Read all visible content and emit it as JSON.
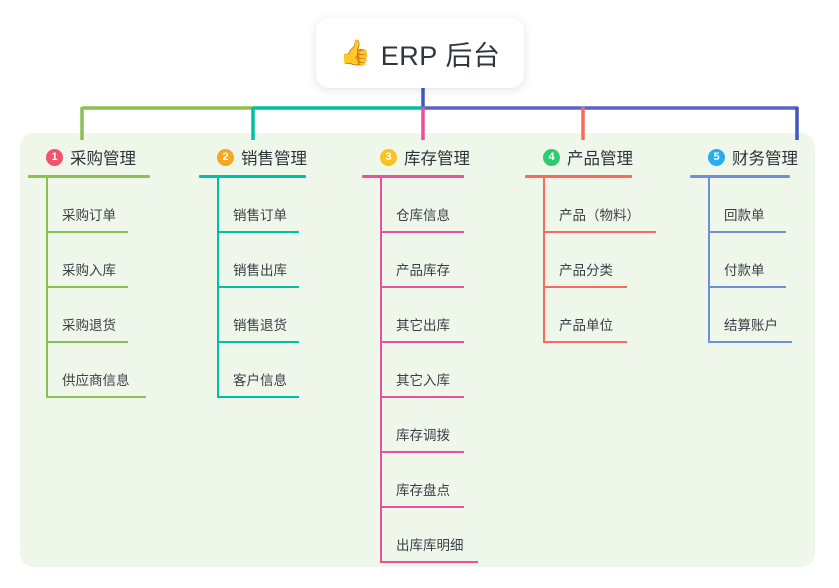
{
  "diagram": {
    "type": "mind-map",
    "title": "ERP 后台",
    "root": {
      "icon": "thumbs-up-icon",
      "emoji": "👍",
      "label": "ERP 后台"
    },
    "panel_color": "#eef7e9",
    "trunk_color": "#4355c2",
    "branches": [
      {
        "index": "1",
        "badge_number": "1",
        "badge_color": "#f4516c",
        "label": "采购管理",
        "branch_color": "#8cc152",
        "stub_color": "#8cc152",
        "items": [
          {
            "label": "采购订单",
            "rule_width": 82
          },
          {
            "label": "采购入库",
            "rule_width": 82
          },
          {
            "label": "采购退货",
            "rule_width": 82
          },
          {
            "label": "供应商信息",
            "rule_width": 100
          }
        ]
      },
      {
        "index": "2",
        "badge_number": "2",
        "badge_color": "#f5a623",
        "label": "销售管理",
        "branch_color": "#00bfa5",
        "stub_color": "#00bfa5",
        "items": [
          {
            "label": "销售订单",
            "rule_width": 82
          },
          {
            "label": "销售出库",
            "rule_width": 82
          },
          {
            "label": "销售退货",
            "rule_width": 82
          },
          {
            "label": "客户信息",
            "rule_width": 82
          }
        ]
      },
      {
        "index": "3",
        "badge_number": "3",
        "badge_color": "#f7c325",
        "label": "库存管理",
        "branch_color": "#ec4f9c",
        "stub_color": "#ec4f9c",
        "items": [
          {
            "label": "仓库信息",
            "rule_width": 84
          },
          {
            "label": "产品库存",
            "rule_width": 84
          },
          {
            "label": "其它出库",
            "rule_width": 84
          },
          {
            "label": "其它入库",
            "rule_width": 84
          },
          {
            "label": "库存调拨",
            "rule_width": 84
          },
          {
            "label": "库存盘点",
            "rule_width": 84
          },
          {
            "label": "出库库明细",
            "rule_width": 98
          }
        ]
      },
      {
        "index": "4",
        "badge_number": "4",
        "badge_color": "#2ecc71",
        "label": "产品管理",
        "branch_color": "#fa6a5a",
        "stub_color": "#fa6a5a",
        "items": [
          {
            "label": "产品（物料）",
            "rule_width": 113
          },
          {
            "label": "产品分类",
            "rule_width": 84
          },
          {
            "label": "产品单位",
            "rule_width": 84
          }
        ]
      },
      {
        "index": "5",
        "badge_number": "5",
        "badge_color": "#2bacee",
        "label": "财务管理",
        "branch_color": "#6f8fd6",
        "stub_color": "#6f8fd6",
        "items": [
          {
            "label": "回款单",
            "rule_width": 78
          },
          {
            "label": "付款单",
            "rule_width": 78
          },
          {
            "label": "结算账户",
            "rule_width": 84
          }
        ]
      }
    ]
  }
}
